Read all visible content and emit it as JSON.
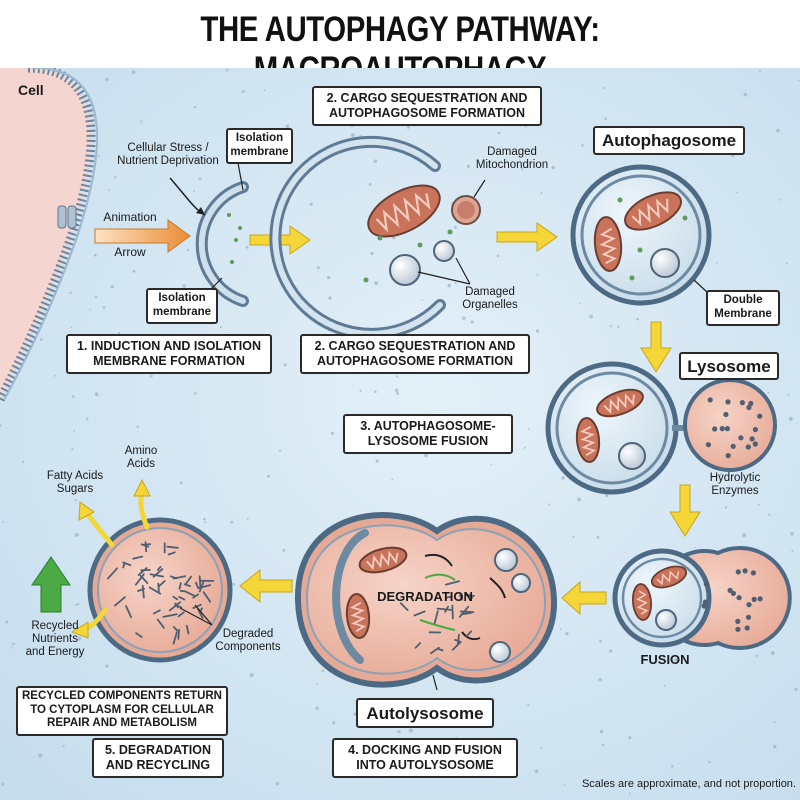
{
  "title": "THE AUTOPHAGY PATHWAY: MACROAUTOPHAGY",
  "cell_label": "Cell",
  "labels": {
    "cellular_stress": [
      "Cellular Stress /",
      "Nutrient Deprivation"
    ],
    "isolation_membrane_top": [
      "Isolation",
      "membrane"
    ],
    "isolation_membrane_bottom": [
      "Isolation",
      "membrane"
    ],
    "animation_arrow": [
      "Animation",
      "Arrow"
    ],
    "damaged_mitochondrion": [
      "Damaged",
      "Mitochondrion"
    ],
    "damaged_organelles": [
      "Damaged",
      "Organelles"
    ],
    "autophagosome": "Autophagosome",
    "double_membrane": [
      "Double",
      "Membrane"
    ],
    "lysosome": "Lysosome",
    "hydrolytic_enzymes": [
      "Hydrolytic",
      "Enzymes"
    ],
    "fusion": "FUSION",
    "degradation": "DEGRADATION",
    "autolysosome": "Autolysosome",
    "amino_acids": [
      "Amino",
      "Acids"
    ],
    "fatty_acids_sugars": [
      "Fatty Acids",
      "Sugars"
    ],
    "recycled_nutrients": [
      "Recycled",
      "Nutrients",
      "and Energy"
    ],
    "degraded_components": [
      "Degraded",
      "Components"
    ],
    "footnote": "Scales are approximate, and not proportion."
  },
  "steps": {
    "step1": [
      "1. INDUCTION AND ISOLATION",
      "MEMBRANE FORMATION"
    ],
    "step2_top": [
      "2. CARGO SEQUESTRATION AND",
      "AUTOPHAGOSOME FORMATION"
    ],
    "step2_bottom": [
      "2. CARGO SEQUESTRATION AND",
      "AUTOPHAGOSOME FORMATION"
    ],
    "step3": [
      "3. AUTOPHAGOSOME-",
      "LYSOSOME FUSION"
    ],
    "step4": [
      "4. DOCKING AND FUSION",
      "INTO AUTOLYSOSOME"
    ],
    "step5": [
      "5. DEGRADATION",
      "AND RECYCLING"
    ],
    "recycled_return": [
      "RECYCLED COMPONENTS RETURN",
      "TO CYTOPLASM FOR CELLULAR",
      "REPAIR AND METABOLISM"
    ]
  },
  "colors": {
    "cytoplasm": "#cfe3f1",
    "membrane": "#607c95",
    "mitochondrion": "#c9735b",
    "lysosome_fill": "#f0c2b2",
    "arrow_yellow": "#f4d638",
    "arrow_orange": "#f0a050",
    "arrow_green": "#4caa45",
    "cell_edge": "#f5d3cf"
  }
}
